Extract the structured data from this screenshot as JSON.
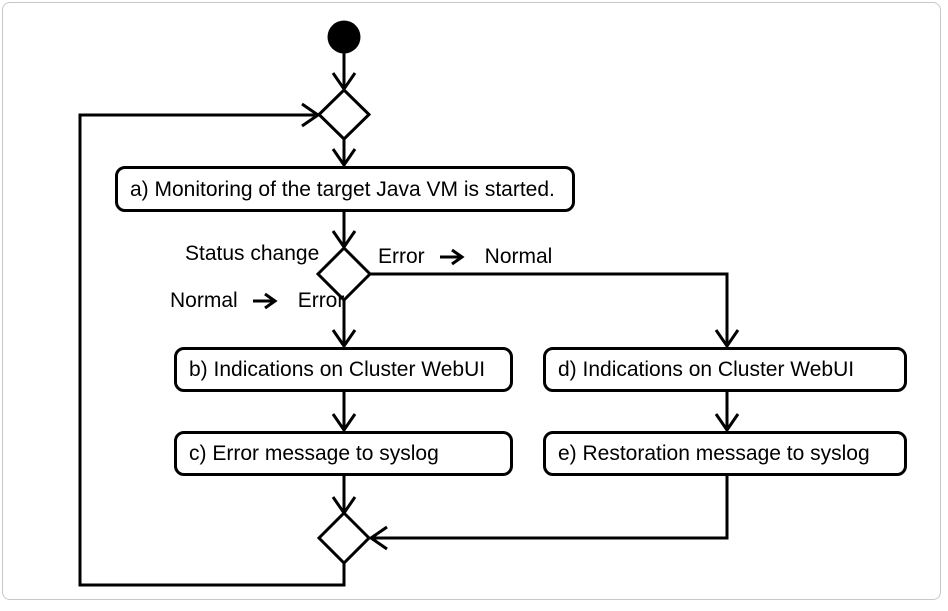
{
  "diagram": {
    "kind": "uml-activity-diagram",
    "line_color": "#000000",
    "frame_border_color": "#c8c8c8",
    "background_color": "#ffffff",
    "actions": {
      "a": "a) Monitoring of the target Java VM is started.",
      "b": "b) Indications on Cluster WebUI",
      "c": "c) Error message to syslog",
      "d": "d) Indications on Cluster WebUI",
      "e": "e) Restoration message to syslog"
    },
    "labels": {
      "status_change": "Status change",
      "error_to_normal": {
        "from": "Error",
        "to": "Normal"
      },
      "normal_to_error": {
        "from": "Normal",
        "to": "Error"
      }
    },
    "icons": {
      "transition_arrow": "→"
    }
  }
}
